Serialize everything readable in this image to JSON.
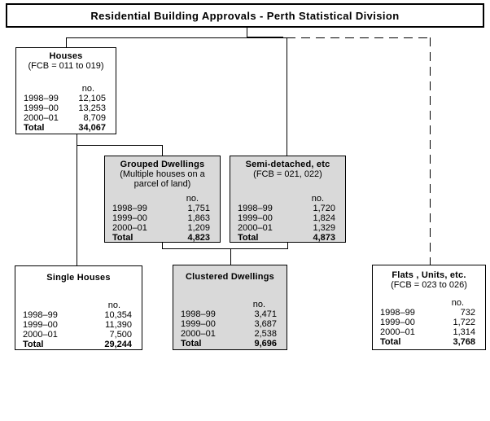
{
  "diagram_title": "Residential Building Approvals - Perth Statistical Division",
  "colors": {
    "node_gray": "#d9d9d9",
    "node_white": "#ffffff",
    "line": "#000000",
    "background": "#ffffff"
  },
  "nodes": [
    {
      "id": "houses",
      "title": "Houses",
      "subtitle": "(FCB = 011 to 019)",
      "unit": "no.",
      "rows": [
        {
          "year": "1998–99",
          "value": "12,105"
        },
        {
          "year": "1999–00",
          "value": "13,253"
        },
        {
          "year": "2000–01",
          "value": "8,709"
        }
      ],
      "total_label": "Total",
      "total_value": "34,067"
    },
    {
      "id": "grouped-dwellings",
      "title": "Grouped Dwellings",
      "subtitle": "(Multiple houses on a parcel of land)",
      "unit": "no.",
      "rows": [
        {
          "year": "1998–99",
          "value": "1,751"
        },
        {
          "year": "1999–00",
          "value": "1,863"
        },
        {
          "year": "2000–01",
          "value": "1,209"
        }
      ],
      "total_label": "Total",
      "total_value": "4,823"
    },
    {
      "id": "semi-detached",
      "title": "Semi-detached, etc",
      "subtitle": "(FCB = 021, 022)",
      "unit": "no.",
      "rows": [
        {
          "year": "1998–99",
          "value": "1,720"
        },
        {
          "year": "1999–00",
          "value": "1,824"
        },
        {
          "year": "2000–01",
          "value": "1,329"
        }
      ],
      "total_label": "Total",
      "total_value": "4,873"
    },
    {
      "id": "single-houses",
      "title": "Single Houses",
      "subtitle": "",
      "unit": "no.",
      "rows": [
        {
          "year": "1998–99",
          "value": "10,354"
        },
        {
          "year": "1999–00",
          "value": "11,390"
        },
        {
          "year": "2000–01",
          "value": "7,500"
        }
      ],
      "total_label": "Total",
      "total_value": "29,244"
    },
    {
      "id": "clustered-dwellings",
      "title": "Clustered Dwellings",
      "subtitle": "",
      "unit": "no.",
      "rows": [
        {
          "year": "1998–99",
          "value": "3,471"
        },
        {
          "year": "1999–00",
          "value": "3,687"
        },
        {
          "year": "2000–01",
          "value": "2,538"
        }
      ],
      "total_label": "Total",
      "total_value": "9,696"
    },
    {
      "id": "flats-units",
      "title": "Flats , Units, etc.",
      "subtitle": "(FCB = 023 to 026)",
      "unit": "no.",
      "rows": [
        {
          "year": "1998–99",
          "value": "732"
        },
        {
          "year": "1999–00",
          "value": "1,722"
        },
        {
          "year": "2000–01",
          "value": "1,314"
        }
      ],
      "total_label": "Total",
      "total_value": "3,768"
    }
  ]
}
